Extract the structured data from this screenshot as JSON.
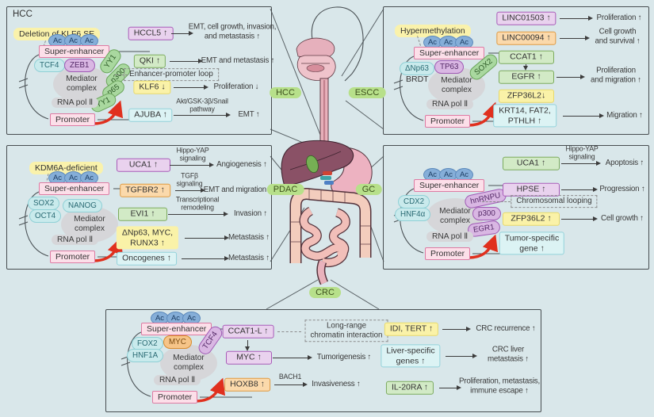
{
  "colors": {
    "background": "#d9e7ea",
    "panel_border": "#474d50",
    "red_arrow": "#e0301e",
    "organ_pill_green": "#b7e08a",
    "highlight_yellow": "#faf2ab",
    "super_enhancer_pink": "#fcdfe9",
    "gene_purple": "#e9d2ee",
    "gene_green": "#d2eac6",
    "gene_cyan": "#dcf3f4",
    "gene_orange": "#fbd9ab",
    "gene_yellow": "#faf2a8",
    "acetyl_blue": "#85aed8"
  },
  "shared": {
    "ac": "Ac",
    "super_enhancer": "Super-enhancer",
    "mediator": "Mediator\ncomplex",
    "rna_pol": "RNA pol Ⅱ",
    "promoter": "Promoter"
  },
  "organs": {
    "hcc": "HCC",
    "escc": "ESCC",
    "pdac": "PDAC",
    "gc": "GC",
    "crc": "CRC"
  },
  "panels": {
    "hcc": {
      "title": "HCC",
      "trigger": "Deletion of KLF6 SE",
      "tfs": [
        "TCF4",
        "ZEB1",
        "YY1",
        "p300",
        "p65",
        "YY1"
      ],
      "loop_note": "Enhancer-promoter loop",
      "rows": [
        {
          "gene": "HCCL5 ↑",
          "outcome": "EMT, cell growth, invasion,\nand metastasis ↑"
        },
        {
          "gene": "QKI ↑",
          "outcome": "EMT and metastasis ↑"
        },
        {
          "gene": "KLF6 ↓",
          "outcome": "Proliferation ↓"
        },
        {
          "gene": "AJUBA ↑",
          "via": "Akt/GSK-3β/Snail\npathway",
          "outcome": "EMT ↑"
        }
      ]
    },
    "escc": {
      "trigger": "Hypermethylation",
      "tfs": [
        "ΔNp63",
        "TP63",
        "SOX2",
        "BRDT"
      ],
      "rows": [
        {
          "gene": "LINC01503 ↑",
          "outcome": "Proliferation ↑"
        },
        {
          "gene": "LINC00094 ↑",
          "outcome": "Cell growth\nand survival ↑"
        },
        {
          "gene": "CCAT1 ↑"
        },
        {
          "gene": "EGFR ↑",
          "outcome": "Proliferation\nand migration ↑"
        },
        {
          "gene": "ZFP36L2↓"
        },
        {
          "gene": "KRT14, FAT2,\nPTHLH ↑",
          "outcome": "Migration ↑"
        }
      ]
    },
    "pdac": {
      "trigger": "KDM6A-deficient",
      "tfs": [
        "SOX2",
        "NANOG",
        "OCT4"
      ],
      "rows": [
        {
          "gene": "UCA1 ↑",
          "via": "Hippo-YAP\nsignaling",
          "outcome": "Angiogenesis ↑"
        },
        {
          "gene": "TGFBR2 ↑",
          "via": "TGFβ\nsignaling",
          "outcome": "EMT and migration ↑"
        },
        {
          "gene": "EVI1 ↑",
          "via": "Transcriptional\nremodeling",
          "outcome": "Invasion ↑"
        },
        {
          "gene": "ΔNp63, MYC,\nRUNX3 ↑",
          "outcome": "Metastasis ↑"
        },
        {
          "gene": "Oncogenes ↑",
          "outcome": "Metastasis ↑"
        }
      ]
    },
    "gc": {
      "tfs": [
        "CDX2",
        "HNF4α",
        "hnRNPU",
        "p300",
        "EGR1"
      ],
      "loop_note": "Chromosomal looping",
      "rows": [
        {
          "gene": "UCA1 ↑",
          "via": "Hippo-YAP\nsignaling",
          "outcome": "Apoptosis ↑"
        },
        {
          "gene": "HPSE ↑",
          "outcome": "Progression ↑"
        },
        {
          "gene": "ZFP36L2 ↑",
          "outcome": "Cell growth ↑"
        },
        {
          "gene": "Tumor-specific\ngene ↑"
        }
      ]
    },
    "crc": {
      "tfs": [
        "FOX2",
        "MYC",
        "TCF4",
        "HNF1A"
      ],
      "loop_note": "Long-range\nchromatin interaction",
      "rows": [
        {
          "gene": "CCAT1-L ↑"
        },
        {
          "gene": "MYC ↑",
          "outcome": "Tumorigenesis ↑"
        },
        {
          "gene": "HOXB8 ↑",
          "via": "BACH1",
          "outcome": "Invasiveness ↑"
        },
        {
          "gene": "IDI, TERT ↑",
          "outcome": "CRC recurrence ↑"
        },
        {
          "gene": "Liver-specific\ngenes ↑",
          "outcome": "CRC liver\nmetastasis ↑"
        },
        {
          "gene": "IL-20RA ↑",
          "outcome": "Proliferation, metastasis,\nimmune escape ↑"
        }
      ]
    }
  }
}
